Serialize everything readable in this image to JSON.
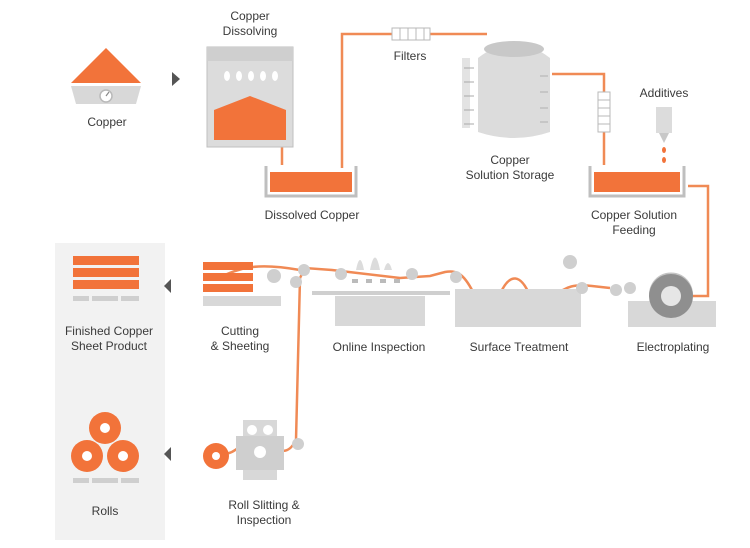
{
  "colors": {
    "accent": "#f2733a",
    "gray": "#d4d4d4",
    "darkgray": "#b9b9b9",
    "line": "#f08a55",
    "panel": "#f2f2f2"
  },
  "labels": {
    "copper": "Copper",
    "copper_dissolving": "Copper\nDissolving",
    "dissolved_copper": "Dissolved Copper",
    "filters": "Filters",
    "copper_solution_storage": "Copper\nSolution Storage",
    "additives": "Additives",
    "copper_solution_feeding": "Copper Solution\nFeeding",
    "electroplating": "Electroplating",
    "surface_treatment": "Surface Treatment",
    "online_inspection": "Online Inspection",
    "cutting_sheeting": "Cutting\n& Sheeting",
    "finished_copper_sheet_product": "Finished Copper\nSheet Product",
    "roll_slitting_inspection": "Roll Slitting &\nInspection",
    "rolls": "Rolls"
  }
}
